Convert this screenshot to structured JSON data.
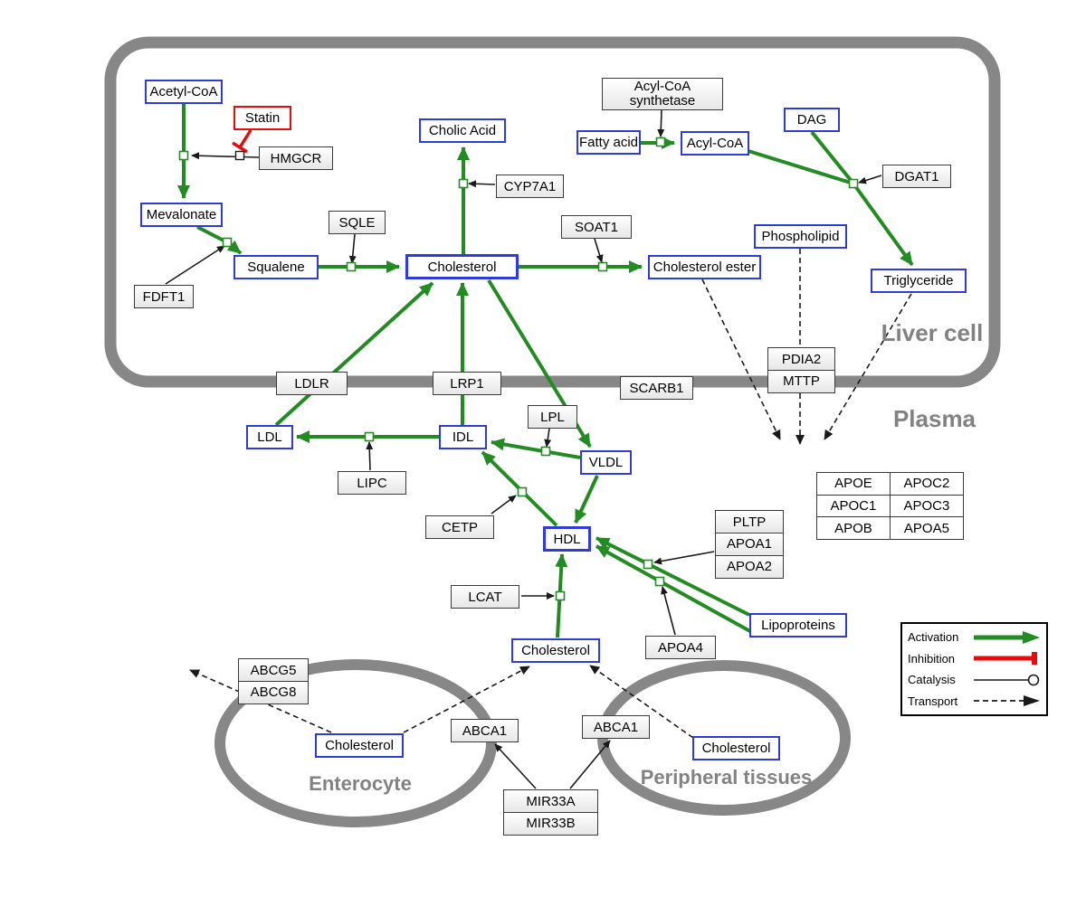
{
  "regions": {
    "liver_cell": "Liver cell",
    "plasma": "Plasma",
    "enterocyte": "Enterocyte",
    "peripheral_tissues": "Peripheral tissues"
  },
  "metabolites": {
    "acetyl_coa": "Acetyl-CoA",
    "mevalonate": "Mevalonate",
    "squalene": "Squalene",
    "cholic_acid": "Cholic Acid",
    "cholesterol_liver": "Cholesterol",
    "cholesterol_ester": "Cholesterol ester",
    "fatty_acid": "Fatty acid",
    "acyl_coa": "Acyl-CoA",
    "dag": "DAG",
    "phospholipid": "Phospholipid",
    "triglyceride": "Triglyceride",
    "ldl": "LDL",
    "idl": "IDL",
    "vldl": "VLDL",
    "hdl": "HDL",
    "lipoproteins": "Lipoproteins",
    "cholesterol_plasma": "Cholesterol",
    "cholesterol_enterocyte": "Cholesterol",
    "cholesterol_peripheral": "Cholesterol"
  },
  "drug": {
    "statin": "Statin"
  },
  "enzymes": {
    "hmgcr": "HMGCR",
    "fdft1": "FDFT1",
    "sqle": "SQLE",
    "cyp7a1": "CYP7A1",
    "soat1": "SOAT1",
    "dgat1": "DGAT1",
    "ldlr": "LDLR",
    "lrp1": "LRP1",
    "scarb1": "SCARB1",
    "lipc": "LIPC",
    "lpl": "LPL",
    "cetp": "CETP",
    "lcat": "LCAT",
    "apoa4": "APOA4",
    "abca1": "ABCA1"
  },
  "acyl_coa_synthetase": {
    "line1": "Acyl-CoA",
    "line2": "synthetase"
  },
  "stacks": {
    "pdia2_mttp": [
      "PDIA2",
      "MTTP"
    ],
    "pltp_apoa": [
      "PLTP",
      "APOA1",
      "APOA2"
    ],
    "abcg": [
      "ABCG5",
      "ABCG8"
    ],
    "mir33": [
      "MIR33A",
      "MIR33B"
    ]
  },
  "apo_table": {
    "rows": [
      [
        "APOE",
        "APOC2"
      ],
      [
        "APOC1",
        "APOC3"
      ],
      [
        "APOB",
        "APOA5"
      ]
    ]
  },
  "legend": {
    "items": [
      {
        "label": "Activation",
        "type": "activation"
      },
      {
        "label": "Inhibition",
        "type": "inhibition"
      },
      {
        "label": "Catalysis",
        "type": "catalysis"
      },
      {
        "label": "Transport",
        "type": "transport"
      }
    ]
  },
  "colors": {
    "activation": "#228b22",
    "inhibition": "#e60c0c",
    "metabolite_border": "#2e3bd8",
    "membrane": "#878787"
  }
}
